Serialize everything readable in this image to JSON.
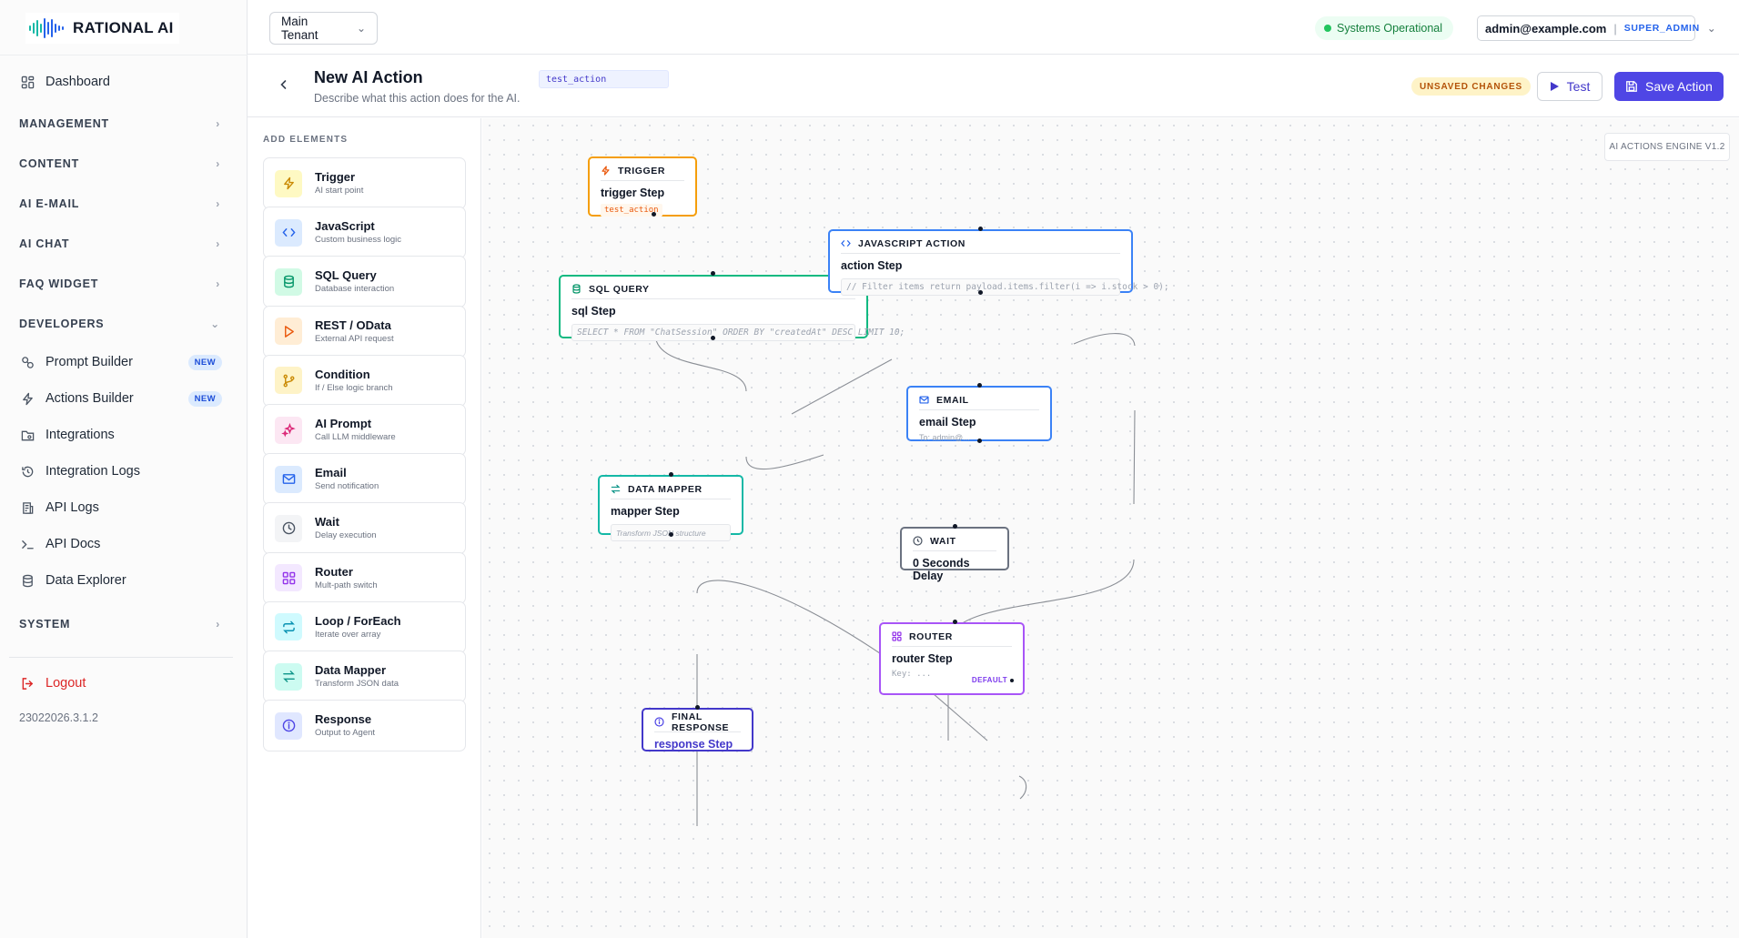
{
  "app": {
    "logo_text": "RATIONAL AI"
  },
  "sidebar": {
    "dashboard": "Dashboard",
    "sections": {
      "management": "MANAGEMENT",
      "content": "CONTENT",
      "ai_email": "AI E-MAIL",
      "ai_chat": "AI CHAT",
      "faq_widget": "FAQ WIDGET",
      "developers": "DEVELOPERS",
      "system": "SYSTEM"
    },
    "dev_items": [
      {
        "label": "Prompt Builder",
        "badge": "NEW",
        "icon": "prompt-icon"
      },
      {
        "label": "Actions Builder",
        "badge": "NEW",
        "icon": "bolt-icon"
      },
      {
        "label": "Integrations",
        "icon": "integrations-icon"
      },
      {
        "label": "Integration Logs",
        "icon": "history-icon"
      },
      {
        "label": "API Logs",
        "icon": "logs-icon"
      },
      {
        "label": "API Docs",
        "icon": "terminal-icon"
      },
      {
        "label": "Data Explorer",
        "icon": "database-icon"
      }
    ],
    "logout": "Logout",
    "version": "23022026.3.1.2"
  },
  "topbar": {
    "tenant": "Main Tenant",
    "status": "Systems Operational",
    "user_email": "admin@example.com",
    "separator": "|",
    "user_role": "SUPER_ADMIN"
  },
  "header": {
    "title": "New AI Action",
    "description": "Describe what this action does for the AI.",
    "slug": "test_action",
    "unsaved": "UNSAVED CHANGES",
    "test_label": "Test",
    "save_label": "Save Action"
  },
  "palette": {
    "title": "ADD ELEMENTS",
    "items": [
      {
        "name": "Trigger",
        "sub": "AI start point",
        "icon": "bolt-icon",
        "color": "#ca8a04",
        "bg": "#fef9c3"
      },
      {
        "name": "JavaScript",
        "sub": "Custom business logic",
        "icon": "code-icon",
        "color": "#2563eb",
        "bg": "#dbeafe"
      },
      {
        "name": "SQL Query",
        "sub": "Database interaction",
        "icon": "database-icon",
        "color": "#059669",
        "bg": "#d1fae5"
      },
      {
        "name": "REST / OData",
        "sub": "External API request",
        "icon": "play-icon",
        "color": "#ea580c",
        "bg": "#ffedd5"
      },
      {
        "name": "Condition",
        "sub": "If / Else logic branch",
        "icon": "branch-icon",
        "color": "#ca8a04",
        "bg": "#fef3c7"
      },
      {
        "name": "AI Prompt",
        "sub": "Call LLM middleware",
        "icon": "sparkles-icon",
        "color": "#db2777",
        "bg": "#fce7f3"
      },
      {
        "name": "Email",
        "sub": "Send notification",
        "icon": "mail-icon",
        "color": "#2563eb",
        "bg": "#dbeafe"
      },
      {
        "name": "Wait",
        "sub": "Delay execution",
        "icon": "clock-icon",
        "color": "#4b5563",
        "bg": "#f3f4f6"
      },
      {
        "name": "Router",
        "sub": "Mult-path switch",
        "icon": "grid-icon",
        "color": "#9333ea",
        "bg": "#f3e8ff"
      },
      {
        "name": "Loop / ForEach",
        "sub": "Iterate over array",
        "icon": "loop-icon",
        "color": "#0891b2",
        "bg": "#cffafe"
      },
      {
        "name": "Data Mapper",
        "sub": "Transform JSON data",
        "icon": "swap-icon",
        "color": "#0d9488",
        "bg": "#ccfbf1"
      },
      {
        "name": "Response",
        "sub": "Output to Agent",
        "icon": "info-icon",
        "color": "#4f46e5",
        "bg": "#e0e7ff"
      }
    ]
  },
  "canvas": {
    "engine_tag": "AI ACTIONS ENGINE V1.2",
    "nodes": {
      "trigger": {
        "type": "TRIGGER",
        "title": "trigger Step",
        "tag": "test_action",
        "color": "#f59e0b"
      },
      "sql": {
        "type": "SQL QUERY",
        "title": "sql Step",
        "code": "SELECT * FROM \"ChatSession\" ORDER BY \"createdAt\" DESC LIMIT 10;",
        "color": "#10b981"
      },
      "js": {
        "type": "JAVASCRIPT ACTION",
        "title": "action Step",
        "code": "// Filter items return payload.items.filter(i => i.stock > 0);",
        "color": "#3b82f6"
      },
      "email": {
        "type": "EMAIL",
        "title": "email Step",
        "meta": "To: admin@...",
        "color": "#3b82f6"
      },
      "mapper": {
        "type": "DATA MAPPER",
        "title": "mapper Step",
        "code": "Transform JSON structure",
        "color": "#14b8a6"
      },
      "wait": {
        "type": "WAIT",
        "title": "0 Seconds Delay",
        "color": "#6b7280"
      },
      "router": {
        "type": "ROUTER",
        "title": "router Step",
        "meta": "Key: ...",
        "default": "DEFAULT",
        "color": "#a855f7"
      },
      "response": {
        "type": "FINAL RESPONSE",
        "title": "response Step",
        "color": "#4338ca"
      }
    }
  }
}
